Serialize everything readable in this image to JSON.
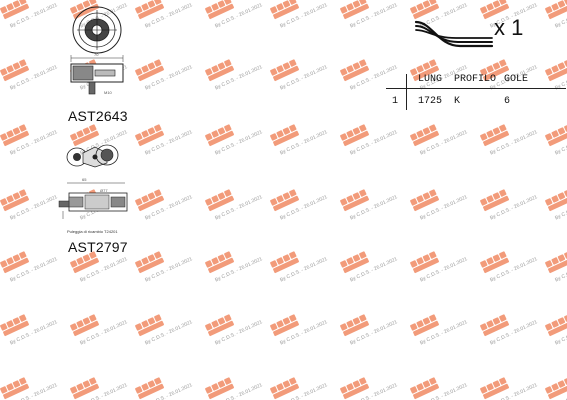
{
  "watermark": {
    "text": "By C.D.S. - 26.01.2021",
    "badge_color": "#f08a63"
  },
  "parts": [
    {
      "code": "AST2643",
      "dim_width": "70",
      "dim_detail": "M10"
    },
    {
      "code": "AST2797",
      "dim_top": "65",
      "dim_side": "Ø77",
      "caption": "Puleggia di ricambio T24201"
    }
  ],
  "belt": {
    "quantity": "x 1",
    "headers": [
      "LUNG",
      "PROFILO",
      "GOLE"
    ],
    "row": {
      "item": "1",
      "length": "1725",
      "profile": "K",
      "ribs": "6"
    }
  }
}
